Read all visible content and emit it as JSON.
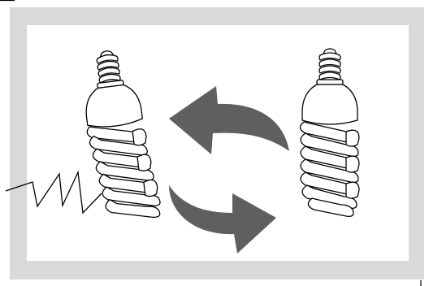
{
  "illustration": {
    "panel": {
      "frame_color": "#d9d9d9",
      "background": "#ffffff"
    },
    "bulbs": [
      {
        "name": "broken-bulb",
        "icon": "cfl-spiral-bulb-tilted-icon",
        "state": "broken"
      },
      {
        "name": "replacement-bulb",
        "icon": "cfl-spiral-bulb-icon",
        "state": "new"
      }
    ],
    "arrows": [
      {
        "icon": "curved-arrow-left-icon",
        "color": "#5f5f5f"
      },
      {
        "icon": "curved-arrow-right-icon",
        "color": "#5f5f5f"
      }
    ],
    "crack": {
      "icon": "crack-zigzag-icon",
      "color": "#000000"
    },
    "line_color": "#000000"
  }
}
